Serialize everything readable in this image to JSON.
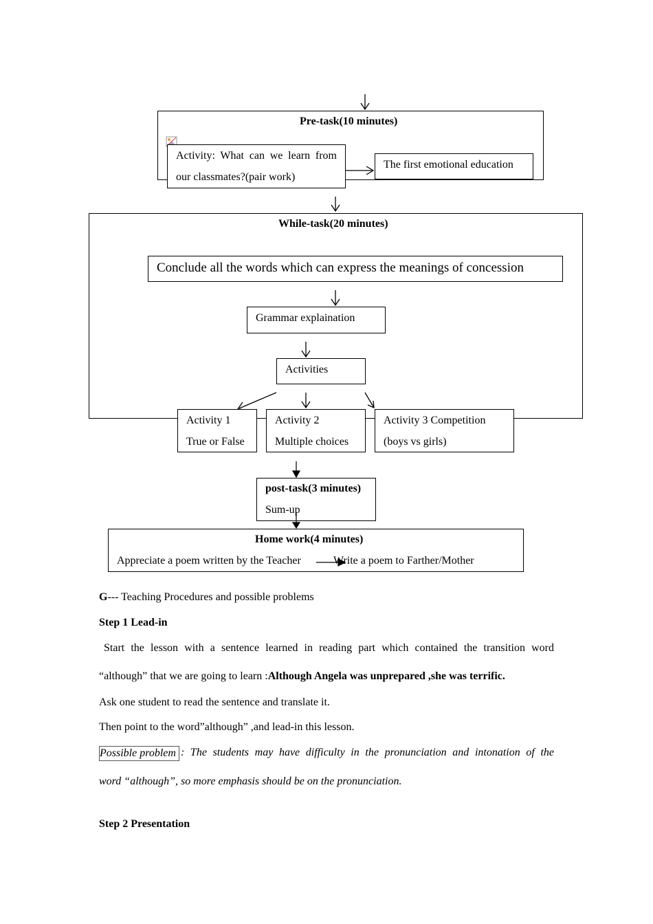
{
  "flowchart": {
    "pre_task": {
      "title": "Pre-task(10 minutes)",
      "activity_line1": "Activity: What can we learn from",
      "activity_line2": "our classmates?(pair work)",
      "result": "The first emotional education"
    },
    "while_task": {
      "title": "While-task(20 minutes)",
      "conclude": "Conclude all the words which can express the meanings of  concession",
      "grammar": "Grammar explaination",
      "activities": "Activities",
      "activity1_line1": "Activity 1",
      "activity1_line2": "True or False",
      "activity2_line1": "Activity 2",
      "activity2_line2": "Multiple choices",
      "activity3_line1": "Activity 3 Competition",
      "activity3_line2": "(boys vs girls)"
    },
    "post_task": {
      "title": "post-task(3 minutes)",
      "content": "Sum-up"
    },
    "homework": {
      "title": "Home work(4 minutes)",
      "left": "Appreciate a poem written by the Teacher",
      "right": "Write a poem to Farther/Mother"
    }
  },
  "document": {
    "section_g_letter": "G",
    "section_g_rest": "--- Teaching Procedures and possible problems",
    "step1_title": "Step 1 Lead-in",
    "step1_p1_line1": "Start the lesson with a sentence learned in reading part which contained the transition word",
    "step1_p1_line2_plain": "“although” that we are going to learn :",
    "step1_p1_line2_bold": "Although Angela was unprepared ,she was terrific.",
    "step1_p2": "Ask one student to read the sentence and translate it.",
    "step1_p3": "Then point to the word”although” ,and lead-in this lesson.",
    "possible_problem_label": "Possible problem",
    "possible_problem_line1": ": The students may  have difficulty in the pronunciation and intonation of the",
    "possible_problem_line2": "word “although”, so more emphasis should be on the pronunciation.",
    "step2_title": "Step 2 Presentation"
  }
}
